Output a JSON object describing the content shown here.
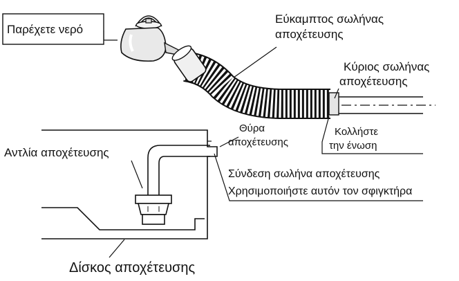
{
  "labels": {
    "supply_water": "Παρέχετε νερό",
    "flexible_hose_line1": "Εύκαμπτος σωλήνας",
    "flexible_hose_line2": "αποχέτευσης",
    "main_pipe_line1": "Κύριος σωλήνας",
    "main_pipe_line2": "αποχέτευσης",
    "drain_port_line1": "Θύρα",
    "drain_port_line2": "αποχέτευσης",
    "glue_joint_line1": "Κολλήστε",
    "glue_joint_line2": "την ένωση",
    "drain_pump": "Αντλία αποχέτευσης",
    "hose_connection_line1": "Σύνδεση σωλήνα αποχέτευσης",
    "hose_connection_line2": "Χρησιμοποιήστε αυτόν τον σφιγκτήρα",
    "drain_pan": "Δίσκος αποχέτευσης"
  }
}
